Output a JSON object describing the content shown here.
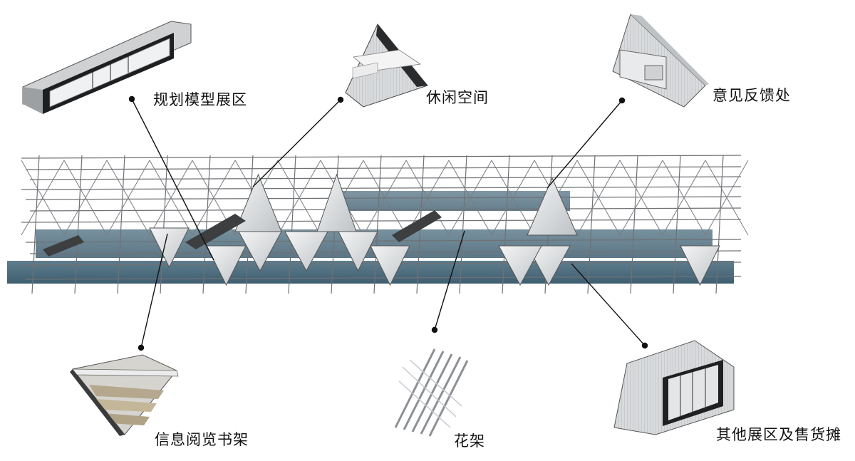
{
  "labels": {
    "planning_model_exhibition": "规划模型展区",
    "leisure_space": "休闲空间",
    "feedback_desk": "意见反馈处",
    "reading_bookshelf": "信息阅览书架",
    "flower_rack": "花架",
    "other_exhibition_and_stalls": "其他展区及售货摊"
  },
  "colors": {
    "steel": "#6f7175",
    "panel_blue": "#4a6a7c",
    "panel_light": "#dcdee0",
    "leader_line": "#111111"
  },
  "icons": {
    "module_plan": "box-module-icon",
    "module_rest": "triangle-frame-icon",
    "module_feed": "prism-kiosk-icon",
    "module_read": "inverted-shelf-icon",
    "module_flower": "lattice-rack-icon",
    "module_shop": "trapezoid-stall-icon"
  }
}
